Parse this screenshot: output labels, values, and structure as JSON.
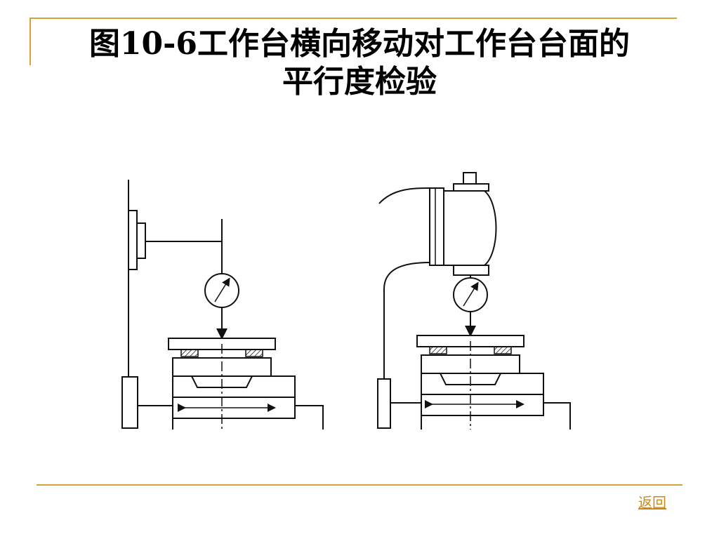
{
  "slide": {
    "title_line1": "图10-6工作台横向移动对工作台台面的",
    "title_line2": "平行度检验",
    "back_label": "返回"
  },
  "colors": {
    "accent": "#d4a43a",
    "link": "#c98a1a"
  }
}
